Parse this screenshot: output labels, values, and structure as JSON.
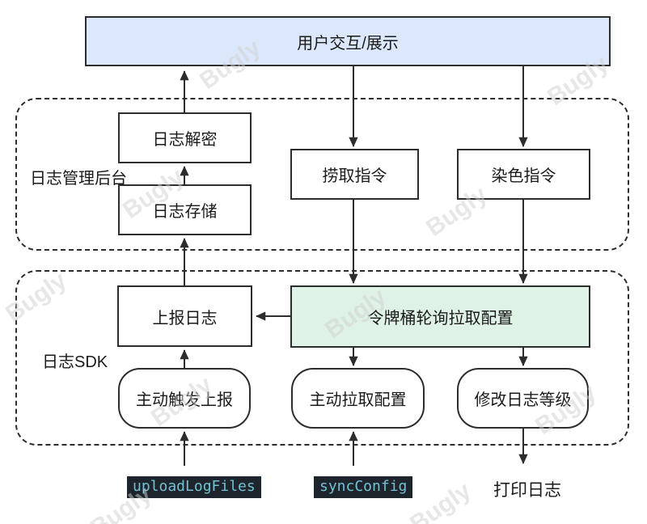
{
  "watermark": {
    "text": "Bugly"
  },
  "nodes": {
    "user_display": "用户交互/展示",
    "log_decrypt": "日志解密",
    "log_storage": "日志存储",
    "fetch_cmd": "捞取指令",
    "dye_cmd": "染色指令",
    "report_log": "上报日志",
    "token_bucket": "令牌桶轮询拉取配置",
    "trigger_upload": "主动触发上报",
    "pull_config": "主动拉取配置",
    "change_level": "修改日志等级"
  },
  "groups": {
    "backend_label": "日志管理后台",
    "sdk_label": "日志SDK"
  },
  "api_labels": {
    "upload_log_files": "uploadLogFiles",
    "sync_config": "syncConfig",
    "print_log": "打印日志"
  },
  "colors": {
    "top_bar_fill": "#dbe8fb",
    "token_fill": "#def2e6",
    "stroke": "#2d2d2d",
    "code_chip_bg": "#1e242b",
    "code_chip_text": "#72c1d4",
    "watermark_gray": "#d0d0d0"
  }
}
